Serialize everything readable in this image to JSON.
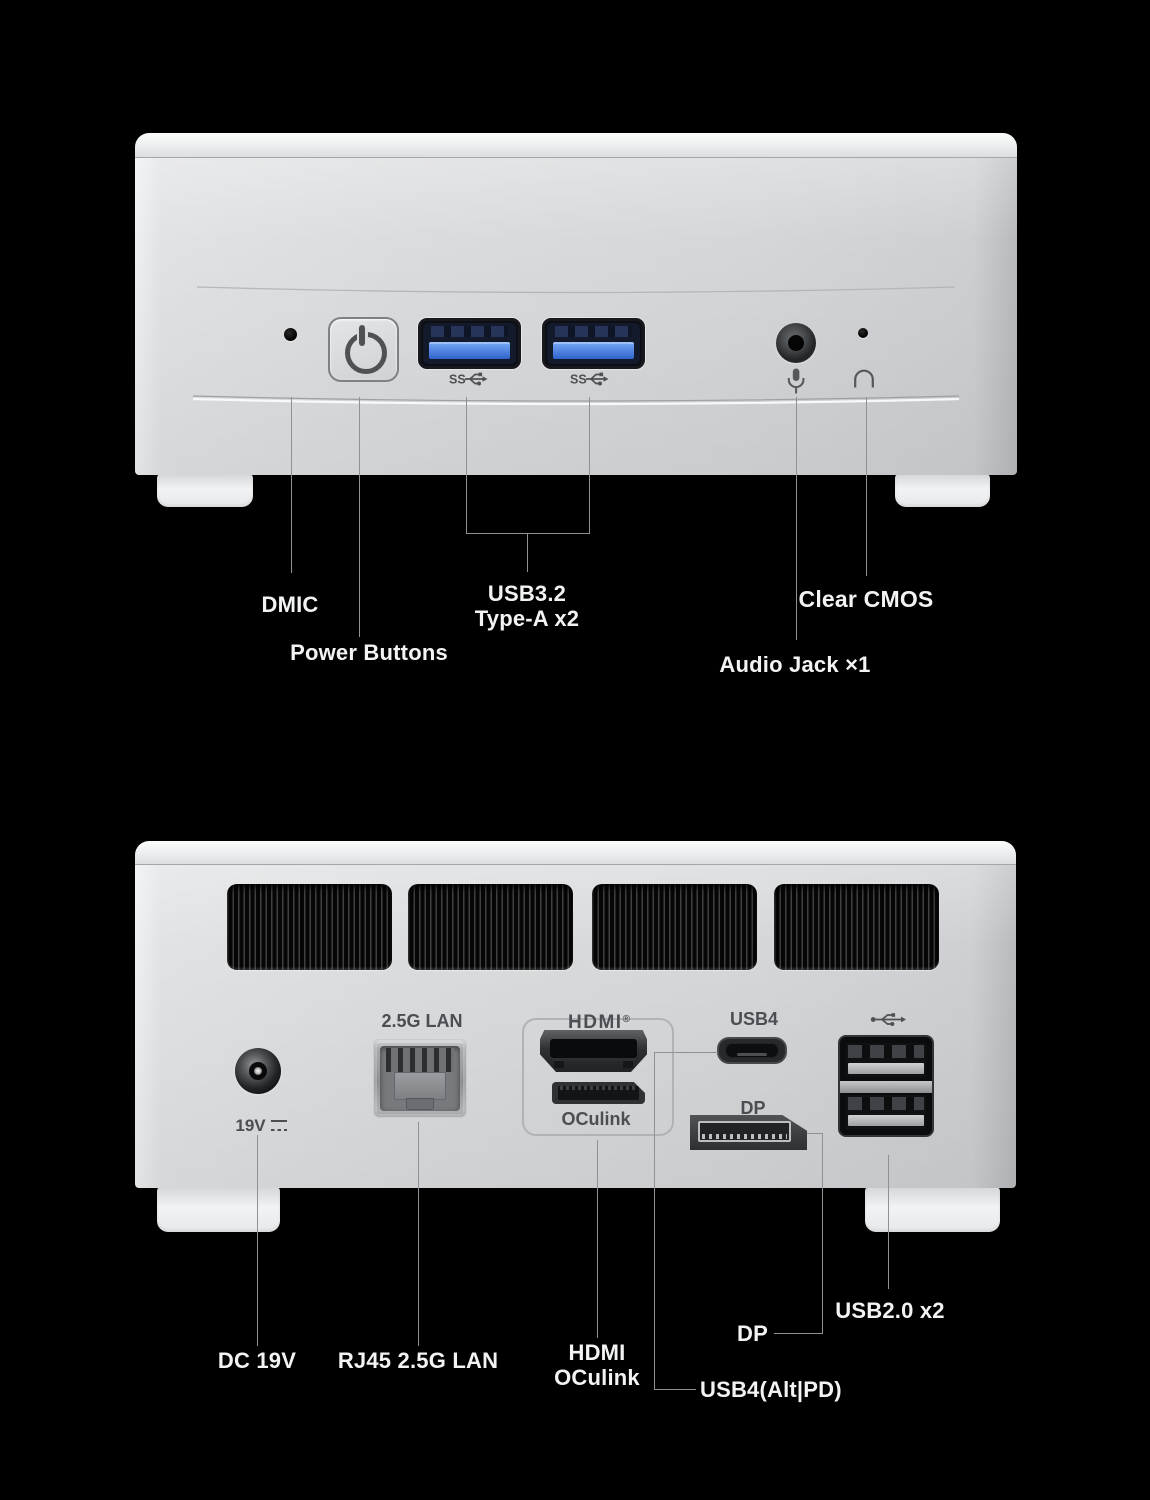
{
  "front": {
    "ss": "SS",
    "callouts": {
      "dmic": "DMIC",
      "power": "Power Buttons",
      "usb_line1": "USB3.2",
      "usb_line2": "Type-A x2",
      "cmos": "Clear CMOS",
      "audio": "Audio Jack ×1"
    }
  },
  "rear": {
    "device_labels": {
      "lan": "2.5G LAN",
      "hdmi": "HDMI",
      "hdmi_reg": "®",
      "oculink": "OCulink",
      "usb4": "USB4",
      "dp": "DP",
      "dc": "19V"
    },
    "callouts": {
      "dc": "DC 19V",
      "lan": "RJ45 2.5G LAN",
      "hdmi_line1": "HDMI",
      "hdmi_line2": "OCulink",
      "usb4": "USB4(Alt|PD)",
      "dp": "DP",
      "usb2": "USB2.0 x2"
    }
  },
  "icons": {
    "power": "power-symbol",
    "usb_ss": "superspeed-usb-trident",
    "mic": "microphone",
    "headphone": "headphone-arc",
    "usb": "usb-trident"
  },
  "colors": {
    "background": "#000000",
    "chassis": "#d6d8da",
    "callout_text": "#f2f3f4",
    "device_label": "#4b4e52",
    "usb_blue": "#3d79e6",
    "leader_line": "#8f9194"
  }
}
